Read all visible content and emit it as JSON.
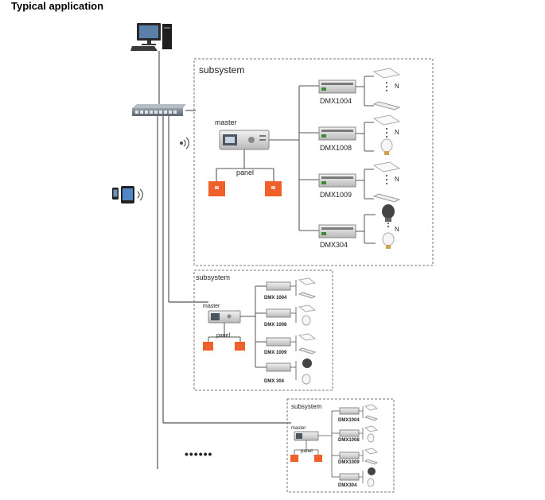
{
  "page": {
    "title": "Typical application"
  },
  "subsystems": [
    {
      "heading": "subsystem",
      "master_label": "master",
      "panel_label": "panel",
      "n_label": "N",
      "drivers": [
        "DMX1004",
        "DMX1008",
        "DMX1009",
        "DMX304"
      ]
    },
    {
      "heading": "subsystem",
      "master_label": "master",
      "panel_label": "panel",
      "drivers": [
        "DMX 1004",
        "DMX 1008",
        "DMX 1009",
        "DMX 304"
      ]
    },
    {
      "heading": "subsystem",
      "master_label": "master",
      "panel_label": "panel",
      "drivers": [
        "DMX1004",
        "DMX1008",
        "DMX1009",
        "DMX304"
      ]
    }
  ],
  "ellipsis": "••••••",
  "colors": {
    "panel": "#f0602a",
    "device": "#d9d9d9",
    "line": "#555555",
    "border": "#888888"
  },
  "icons": [
    "desktop-computer-icon",
    "network-switch-icon",
    "wifi-signal-icon",
    "smartphone-icon",
    "tablet-icon",
    "ceiling-panel-light-icon",
    "linear-light-icon",
    "bulb-icon",
    "spotlight-icon"
  ]
}
